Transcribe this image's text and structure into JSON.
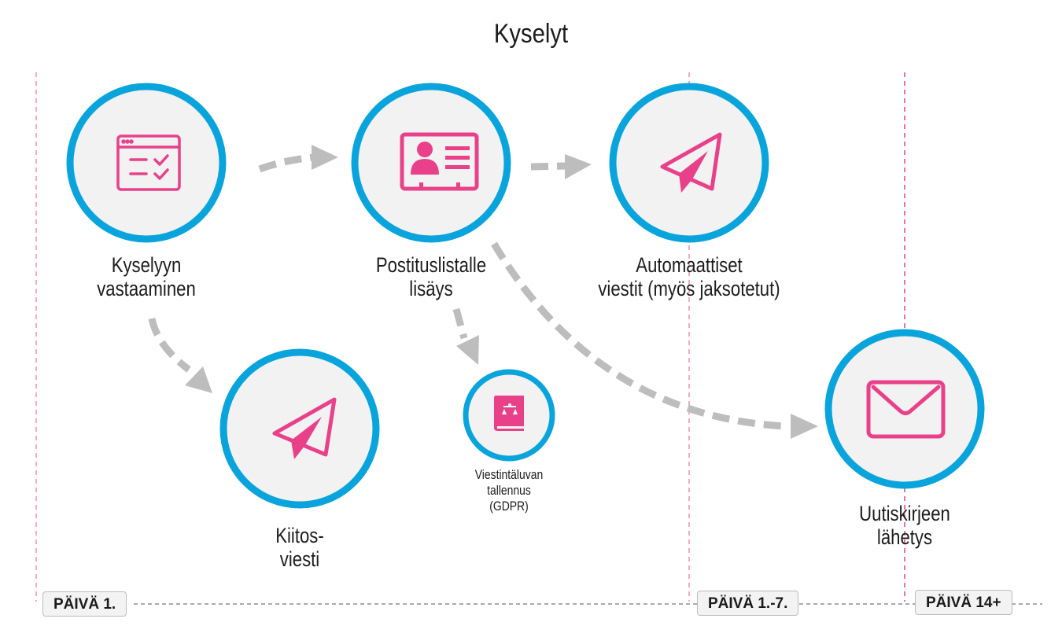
{
  "title": "Kyselyt",
  "colors": {
    "circle_border": "#0aa4dc",
    "circle_fill": "#f2f2f2",
    "icon": "#e8418a",
    "arrow": "#bdbdbd",
    "divider": "#e8418a",
    "timeline": "#777777"
  },
  "nodes": [
    {
      "id": "survey",
      "icon": "survey-form-icon",
      "label_lines": [
        "Kyselyyn",
        "vastaaminen"
      ]
    },
    {
      "id": "mailing-list",
      "icon": "contact-card-icon",
      "label_lines": [
        "Postituslistalle",
        "lisäys"
      ]
    },
    {
      "id": "auto-messages",
      "icon": "paper-plane-icon",
      "label_lines": [
        "Automaattiset",
        "viestit (myös jaksotetut)"
      ]
    },
    {
      "id": "thank-you",
      "icon": "paper-plane-icon",
      "label_lines": [
        "Kiitos-",
        "viesti"
      ]
    },
    {
      "id": "consent",
      "icon": "law-book-icon",
      "label_lines": [
        "Viestintäluvan",
        "tallennus",
        "(GDPR)"
      ]
    },
    {
      "id": "newsletter",
      "icon": "envelope-icon",
      "label_lines": [
        "Uutiskirjeen",
        "lähetys"
      ]
    }
  ],
  "connections": [
    {
      "from": "survey",
      "to": "mailing-list"
    },
    {
      "from": "mailing-list",
      "to": "auto-messages"
    },
    {
      "from": "survey",
      "to": "thank-you"
    },
    {
      "from": "mailing-list",
      "to": "consent"
    },
    {
      "from": "mailing-list",
      "to": "newsletter"
    }
  ],
  "timeline": {
    "phases": [
      "PÄIVÄ 1.",
      "PÄIVÄ 1.-7.",
      "PÄIVÄ 14+"
    ]
  }
}
